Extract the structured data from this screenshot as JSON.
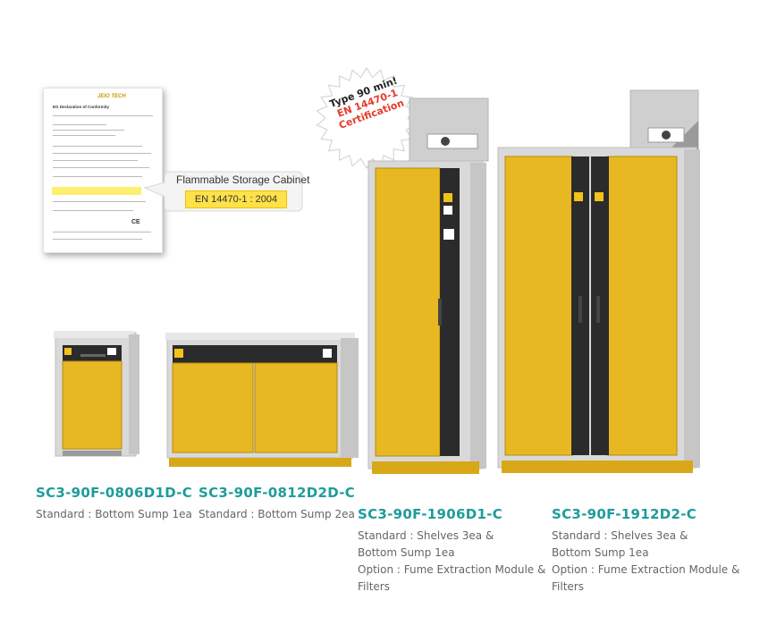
{
  "certificate": {
    "brand": "JEIO TECH",
    "title": "EG Declaration of Conformity",
    "mark": "CE"
  },
  "callout": {
    "heading": "Flammable Storage Cabinet",
    "standard": "EN 14470-1 : 2004"
  },
  "badge": {
    "line1": "Type 90 min!",
    "line2": "EN 14470-1",
    "line3": "Certification"
  },
  "products": [
    {
      "model": "SC3-90F-0806D1D-C",
      "specs": [
        "Standard : Bottom Sump 1ea"
      ]
    },
    {
      "model": "SC3-90F-0812D2D-C",
      "specs": [
        "Standard : Bottom Sump 2ea"
      ]
    },
    {
      "model": "SC3-90F-1906D1-C",
      "specs": [
        "Standard : Shelves 3ea &",
        "Bottom Sump 1ea",
        "Option : Fume Extraction Module &",
        "Filters"
      ]
    },
    {
      "model": "SC3-90F-1912D2-C",
      "specs": [
        "Standard : Shelves 3ea &",
        "Bottom Sump 1ea",
        "Option : Fume Extraction Module &",
        "Filters"
      ]
    }
  ],
  "colors": {
    "door_yellow": "#e8b822",
    "cabinet_grey": "#dadada",
    "model_teal": "#1e9c9a",
    "badge_red": "#e63a2a",
    "callout_yellow": "#ffe14a"
  }
}
